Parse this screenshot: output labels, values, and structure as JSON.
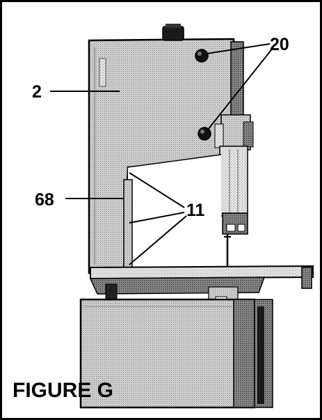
{
  "figure": {
    "caption": "FIGURE G",
    "callouts": {
      "upper_wheel_cover": "2",
      "knobs": "20",
      "lower_guard": "68",
      "screws": "11"
    }
  },
  "colors": {
    "ink": "#000000",
    "paper": "#ffffff",
    "halftone_light": "#c9c9c9",
    "halftone_mid": "#a8a8a8",
    "halftone_dark": "#6a6a6a"
  },
  "icons": {
    "machine": "band-saw-illustration"
  }
}
